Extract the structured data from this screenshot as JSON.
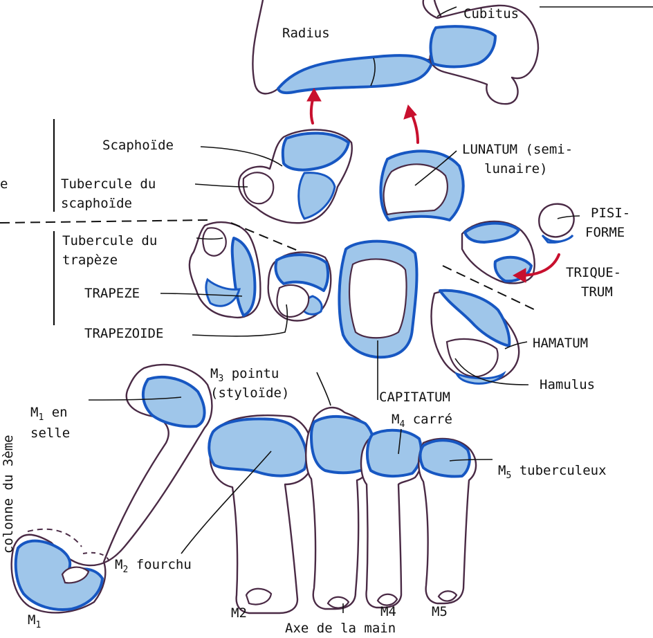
{
  "labels": {
    "radius": "Radius",
    "cubitus": "Cubitus",
    "scaphoide": "Scaphoïde",
    "tubercule_scaphoide_1": "Tubercule du",
    "tubercule_scaphoide_2": "scaphoïde",
    "lunatum_1": "LUNATUM (semi-",
    "lunatum_2": "lunaire)",
    "pisiforme_1": "PISI-",
    "pisiforme_2": "FORME",
    "tubercule_trapeze_1": "Tubercule du",
    "tubercule_trapeze_2": "trapèze",
    "trapeze": "TRAPEZE",
    "trapezoide": "TRAPEZOIDE",
    "triquetrum_1": "TRIQUE-",
    "triquetrum_2": "TRUM",
    "hamatum": "HAMATUM",
    "hamulus": "Hamulus",
    "capitatum": "CAPITATUM",
    "m3_base": "M",
    "m3_sub": "3",
    "m3_text": " pointu",
    "m3_styloide": "(styloïde)",
    "m1_base": "M",
    "m1_sub": "1",
    "m1_text": " en",
    "m1_selle": "selle",
    "m4_base": "M",
    "m4_sub": "4",
    "m4_text": " carré",
    "m5_base": "M",
    "m5_sub": "5",
    "m5_text": " tuberculeux",
    "m2_base": "M",
    "m2_sub": "2",
    "m2_text": " fourchu",
    "bottom_m1_base": "M",
    "bottom_m1_sub": "1",
    "bottom_m2": "M2",
    "bottom_m4": "M4",
    "bottom_m5": "M5",
    "axe": "Axe de la main",
    "left_edge_top": "e",
    "left_vertical": "colonne du 3ème"
  },
  "colors": {
    "articular_surface": "#9fc6ea",
    "articular_outline": "#1757c2",
    "bone_outline": "#4a2a45",
    "arrow": "#c8102e"
  },
  "icons": [
    "red-arrow-up",
    "red-curved-arrow"
  ]
}
